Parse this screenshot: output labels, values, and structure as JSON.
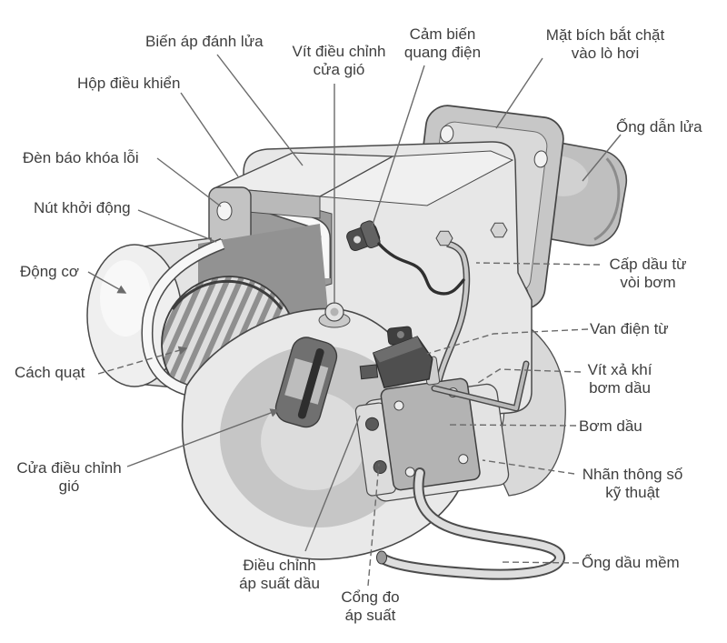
{
  "figure": {
    "kind_hint": "labeled oil burner parts diagram",
    "colors": {
      "background": "#ffffff",
      "label_text": "#3e3e3e",
      "leader_line": "#6b6b6b",
      "outline": "#4a4a4a",
      "metal_light": "#ececec",
      "metal_mid": "#c6c6c6",
      "metal_dark": "#8f8f8f",
      "component_dark": "#4f4f4f"
    }
  },
  "labels": [
    {
      "name": "ignition-transformer",
      "text": "Biến áp đánh lửa"
    },
    {
      "name": "control-box",
      "text": "Hộp điều khiển"
    },
    {
      "name": "lockout-indicator-light",
      "text": "Đèn báo khóa lỗi"
    },
    {
      "name": "start-button",
      "text": "Nút khởi động"
    },
    {
      "name": "motor",
      "text": "Động cơ"
    },
    {
      "name": "fan-wheel",
      "text": "Cách quạt"
    },
    {
      "name": "air-adjustment-door",
      "text": "Cửa điều chỉnh\ngió"
    },
    {
      "name": "air-damper-adjust-screw",
      "text": "Vít điều chỉnh\ncửa gió"
    },
    {
      "name": "photoelectric-sensor",
      "text": "Cảm biến\nquang điện"
    },
    {
      "name": "boiler-mounting-flange",
      "text": "Mặt bích bắt chặt\nvào lò hơi"
    },
    {
      "name": "flame-tube",
      "text": "Ống dẫn lửa"
    },
    {
      "name": "oil-supply-from-pump-nozzle",
      "text": "Cấp dầu từ\nvòi bơm"
    },
    {
      "name": "solenoid-valve",
      "text": "Van điện từ"
    },
    {
      "name": "pump-air-bleed-screw",
      "text": "Vít xả khí\nbơm dầu"
    },
    {
      "name": "oil-pump",
      "text": "Bơm dầu"
    },
    {
      "name": "spec-label",
      "text": "Nhãn thông số\nkỹ thuật"
    },
    {
      "name": "flexible-oil-hose",
      "text": "Ống dầu mềm"
    },
    {
      "name": "oil-pressure-adjustment",
      "text": "Điều chỉnh\náp suất dầu"
    },
    {
      "name": "pressure-gauge-port",
      "text": "Cổng đo\náp suất"
    }
  ]
}
